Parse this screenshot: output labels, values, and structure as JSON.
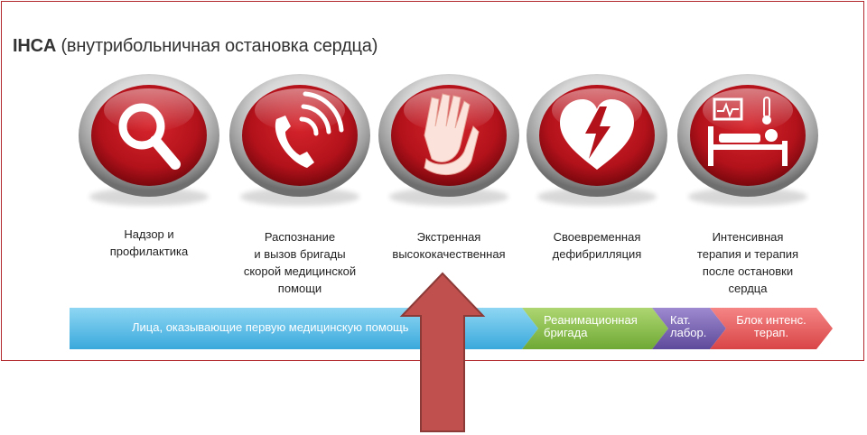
{
  "title": {
    "abbr": "IHCA",
    "rest": " (внутрибольничная остановка сердца)"
  },
  "links": [
    {
      "label": "Надзор и\nпрофилактика",
      "icon": "magnifier-icon"
    },
    {
      "label": "Распознание\nи вызов бригады\nскорой медицинской\nпомощи",
      "icon": "phone-icon"
    },
    {
      "label": "Экстренная\nвысококачественная",
      "icon": "cpr-hands-icon"
    },
    {
      "label": "Своевременная\nдефибрилляция",
      "icon": "defibrillation-heart-icon"
    },
    {
      "label": "Интенсивная\nтерапия и терапия\nпосле остановки\nсердца",
      "icon": "icu-bed-icon"
    }
  ],
  "bar": [
    {
      "label": "Лица, оказывающие первую медицинскую помощь",
      "color": "#5bbfe6"
    },
    {
      "label": "Реанимационная\nбригада",
      "color": "#8cc04b"
    },
    {
      "label": "Кат.\nлабор.",
      "color": "#7b65b3"
    },
    {
      "label": "Блок интенс.\nтерап.",
      "color": "#e8595a"
    }
  ],
  "colors": {
    "ring_red": "#b3121b",
    "arrow_fill": "#c0504d",
    "arrow_stroke": "#8c3a38",
    "frame": "#b0262b"
  }
}
